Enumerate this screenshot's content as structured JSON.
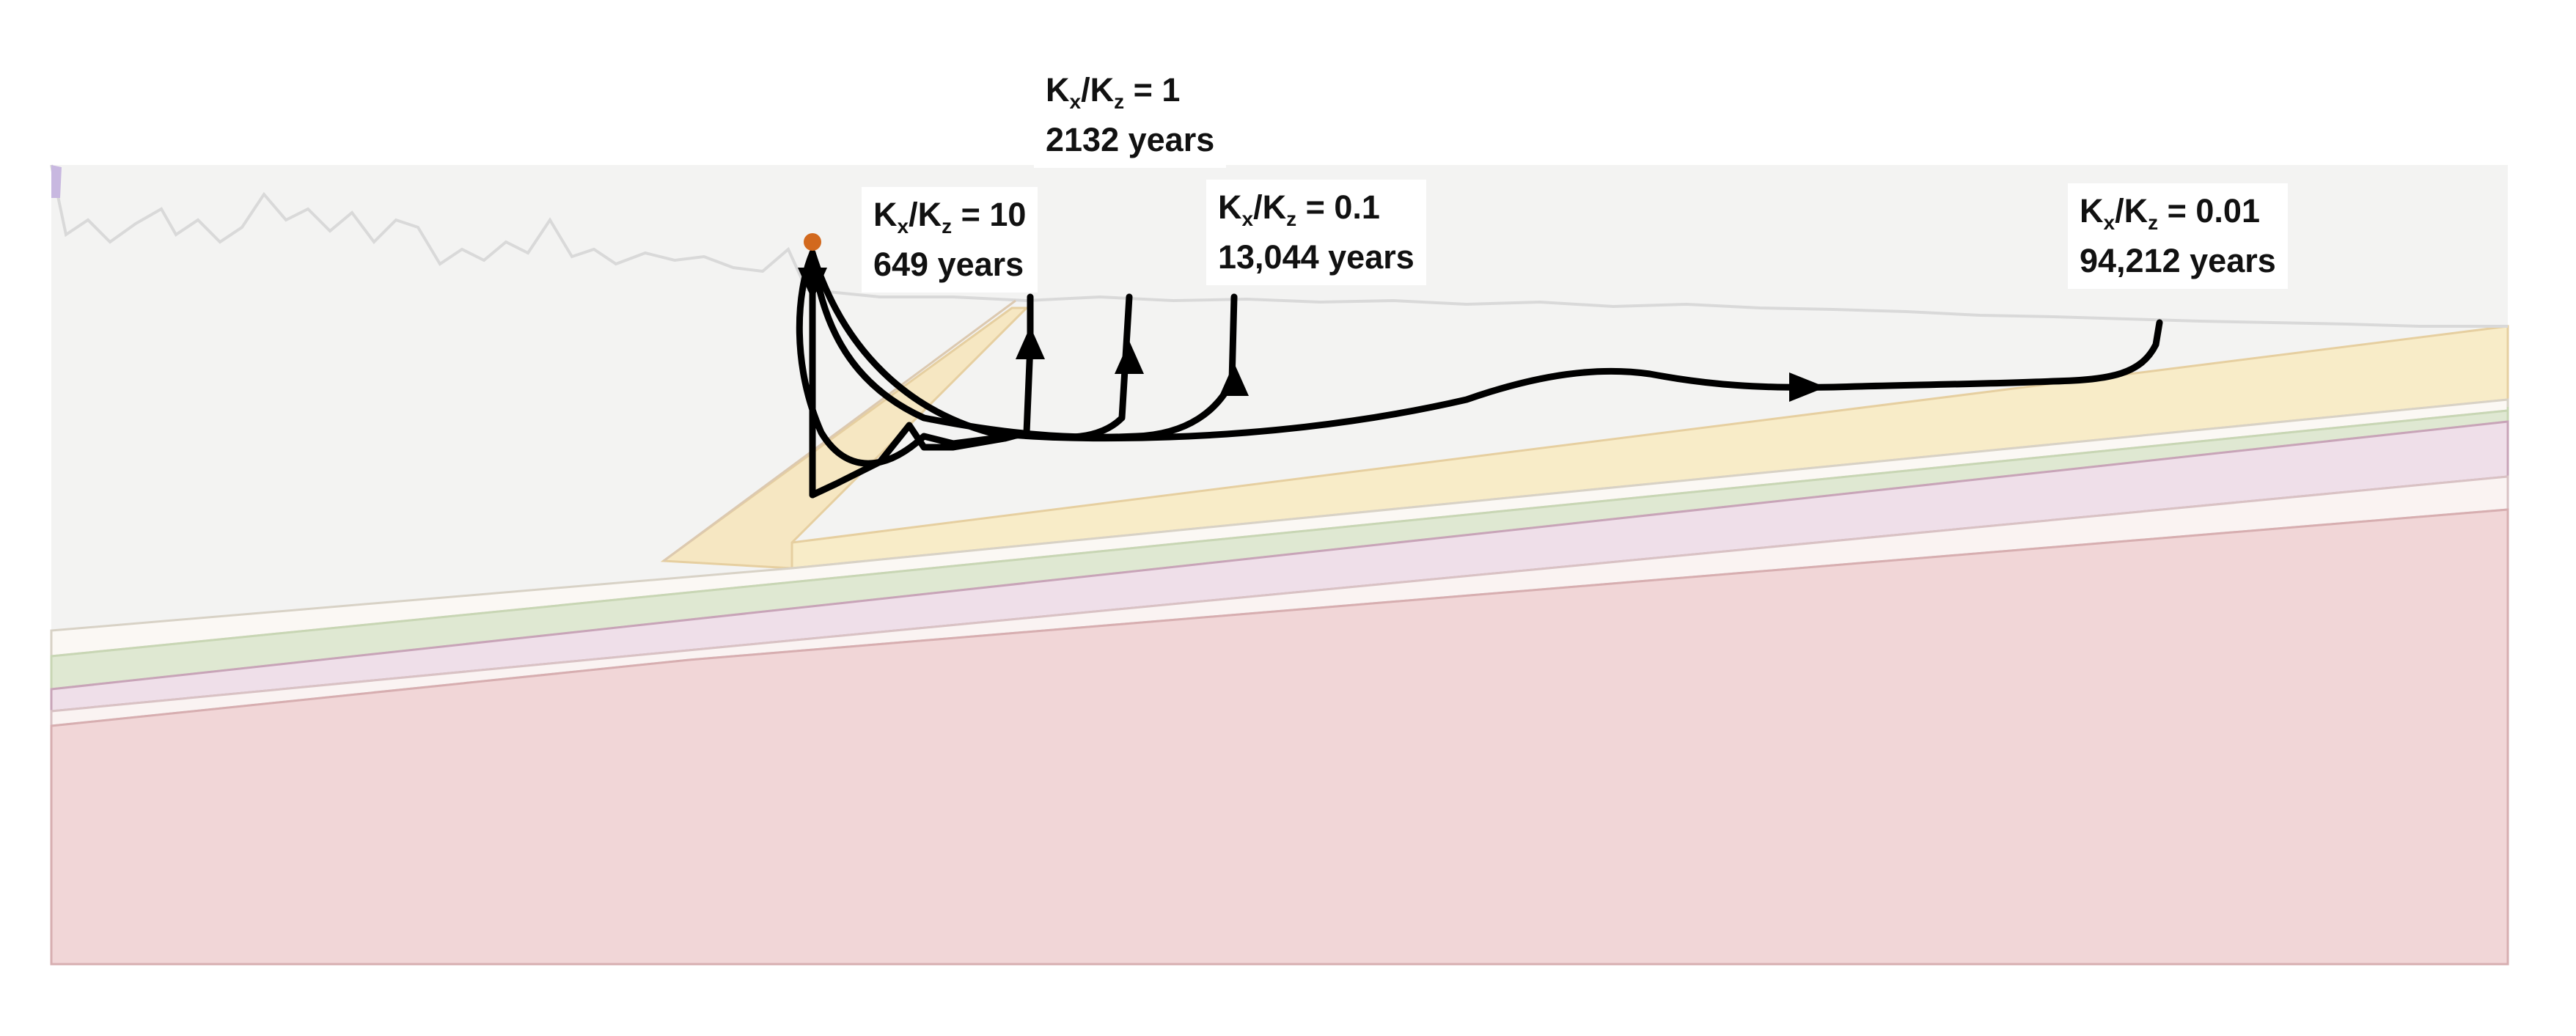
{
  "colors": {
    "land_surface": "#f3f3f2",
    "topography_line": "#d9d9d9",
    "layer_cream": "#f8ecc8",
    "layer_sand": "#f6e7c2",
    "layer_white": "#fbf8f4",
    "layer_green": "#dfe8d2",
    "layer_lilac": "#efdfe9",
    "layer_pale": "#faf3f2",
    "layer_rock": "#f1d6d7",
    "flow_path": "#000000",
    "recharge_point": "#d2691e",
    "callout_bg": "#ffffff"
  },
  "icons": {
    "recharge_marker": "orange-dot",
    "direction_marker": "arrowhead"
  },
  "labels": [
    {
      "id": "ratio-10",
      "kx": "K",
      "kx_sub": "x",
      "kz": "K",
      "kz_sub": "z",
      "ratio": "= 10",
      "travel_time": "649 years"
    },
    {
      "id": "ratio-1",
      "kx": "K",
      "kx_sub": "x",
      "kz": "K",
      "kz_sub": "z",
      "ratio": "= 1",
      "travel_time": "2132 years"
    },
    {
      "id": "ratio-0.1",
      "kx": "K",
      "kx_sub": "x",
      "kz": "K",
      "kz_sub": "z",
      "ratio": "= 0.1",
      "travel_time": "13,044 years"
    },
    {
      "id": "ratio-0.01",
      "kx": "K",
      "kx_sub": "x",
      "kz": "K",
      "kz_sub": "z",
      "ratio": "= 0.01",
      "travel_time": "94,212 years"
    }
  ]
}
